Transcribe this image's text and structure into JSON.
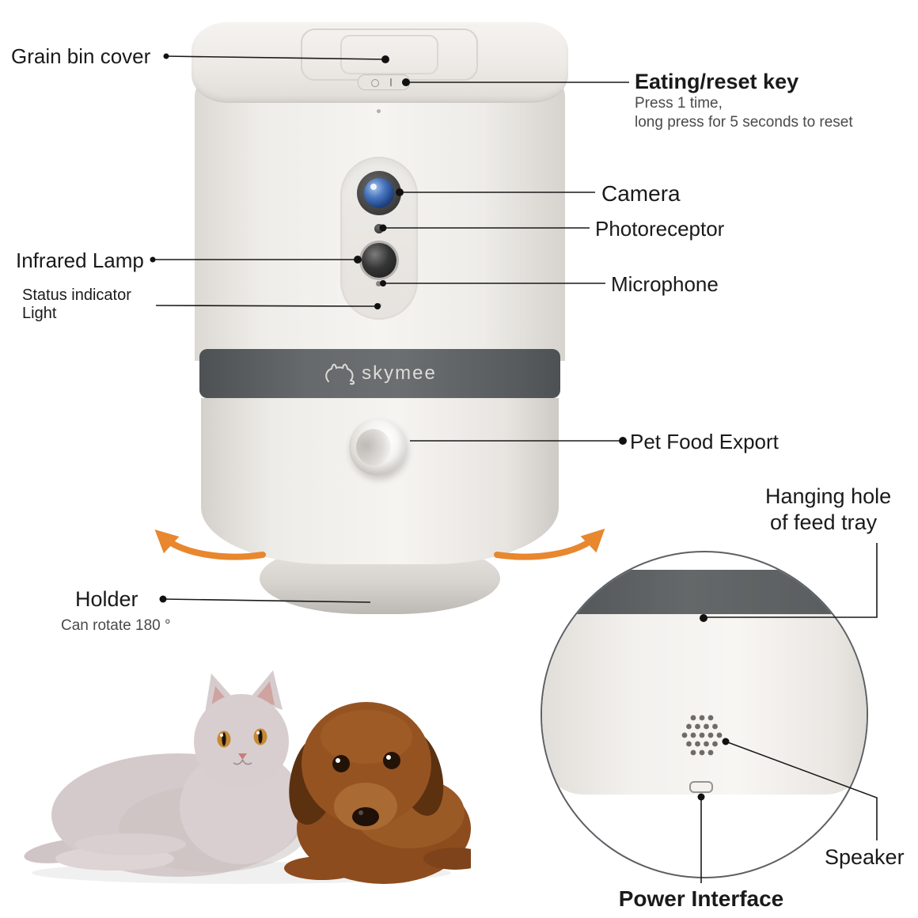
{
  "brand": {
    "logo_text": "skymee"
  },
  "callouts": {
    "grain_bin_cover": {
      "label": "Grain bin cover"
    },
    "eating_reset_key": {
      "label": "Eating/reset key",
      "sub_line1": "Press 1 time,",
      "sub_line2": "long press for 5 seconds to reset"
    },
    "camera": {
      "label": "Camera"
    },
    "photoreceptor": {
      "label": "Photoreceptor"
    },
    "infrared_lamp": {
      "label": "Infrared Lamp"
    },
    "microphone": {
      "label": "Microphone"
    },
    "status_indicator": {
      "label_line1": "Status indicator",
      "label_line2": "Light"
    },
    "pet_food_export": {
      "label": "Pet Food Export"
    },
    "hanging_hole": {
      "label_line1": "Hanging hole",
      "label_line2": "of feed tray"
    },
    "holder": {
      "label": "Holder",
      "sub": "Can rotate 180 °"
    },
    "speaker": {
      "label": "Speaker"
    },
    "power_interface": {
      "label": "Power Interface"
    }
  },
  "colors": {
    "arrow_accent": "#e8872e",
    "band_gray": "#565a5c",
    "label_text": "#1a1a1a",
    "sublabel_text": "#4a4a4a"
  }
}
